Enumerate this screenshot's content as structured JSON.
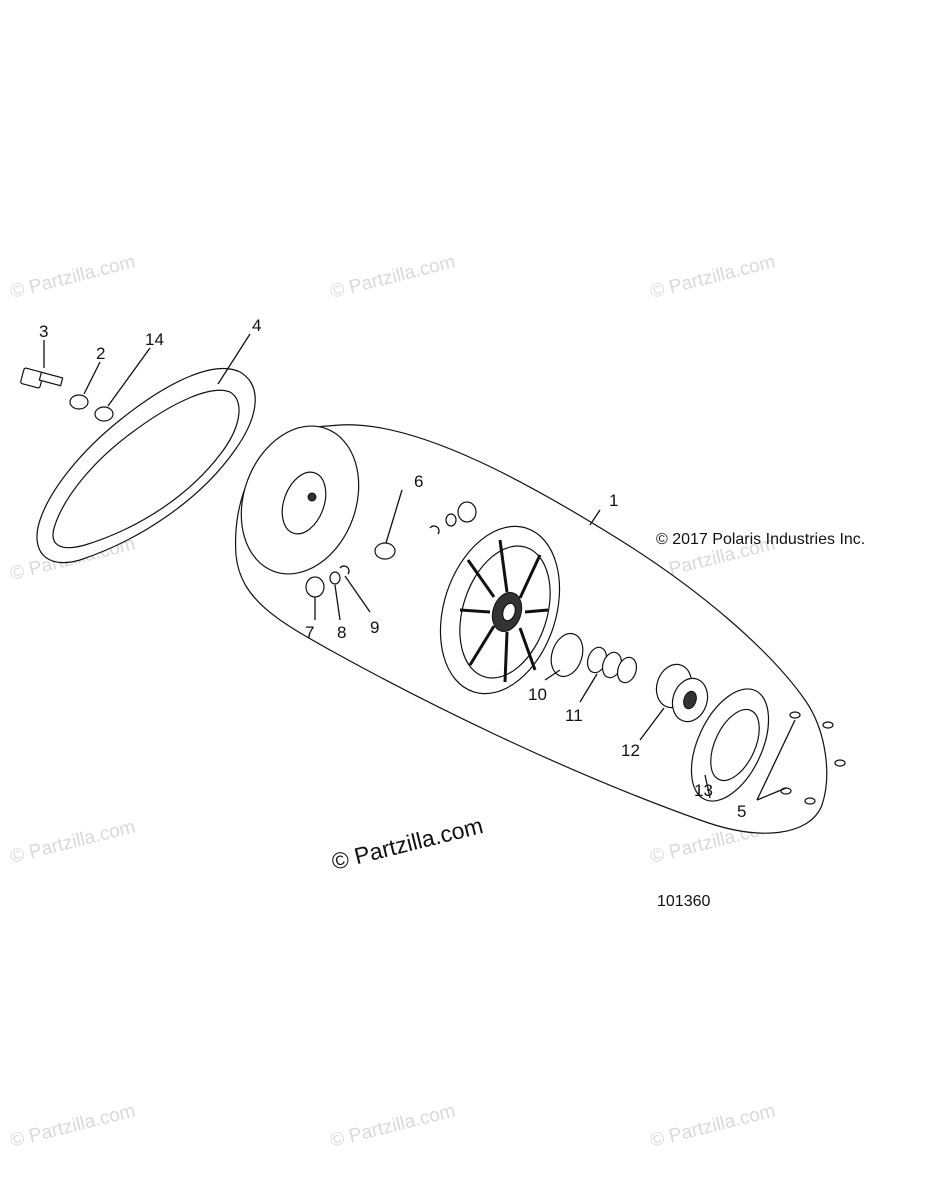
{
  "diagram": {
    "copyright": "© 2017 Polaris Industries Inc.",
    "reference_number": "101360",
    "watermark_main": "© Partzilla.com",
    "watermark_faint": "© Partzilla.com",
    "callouts": [
      "1",
      "2",
      "3",
      "4",
      "5",
      "6",
      "7",
      "8",
      "9",
      "10",
      "11",
      "12",
      "13",
      "14"
    ]
  }
}
